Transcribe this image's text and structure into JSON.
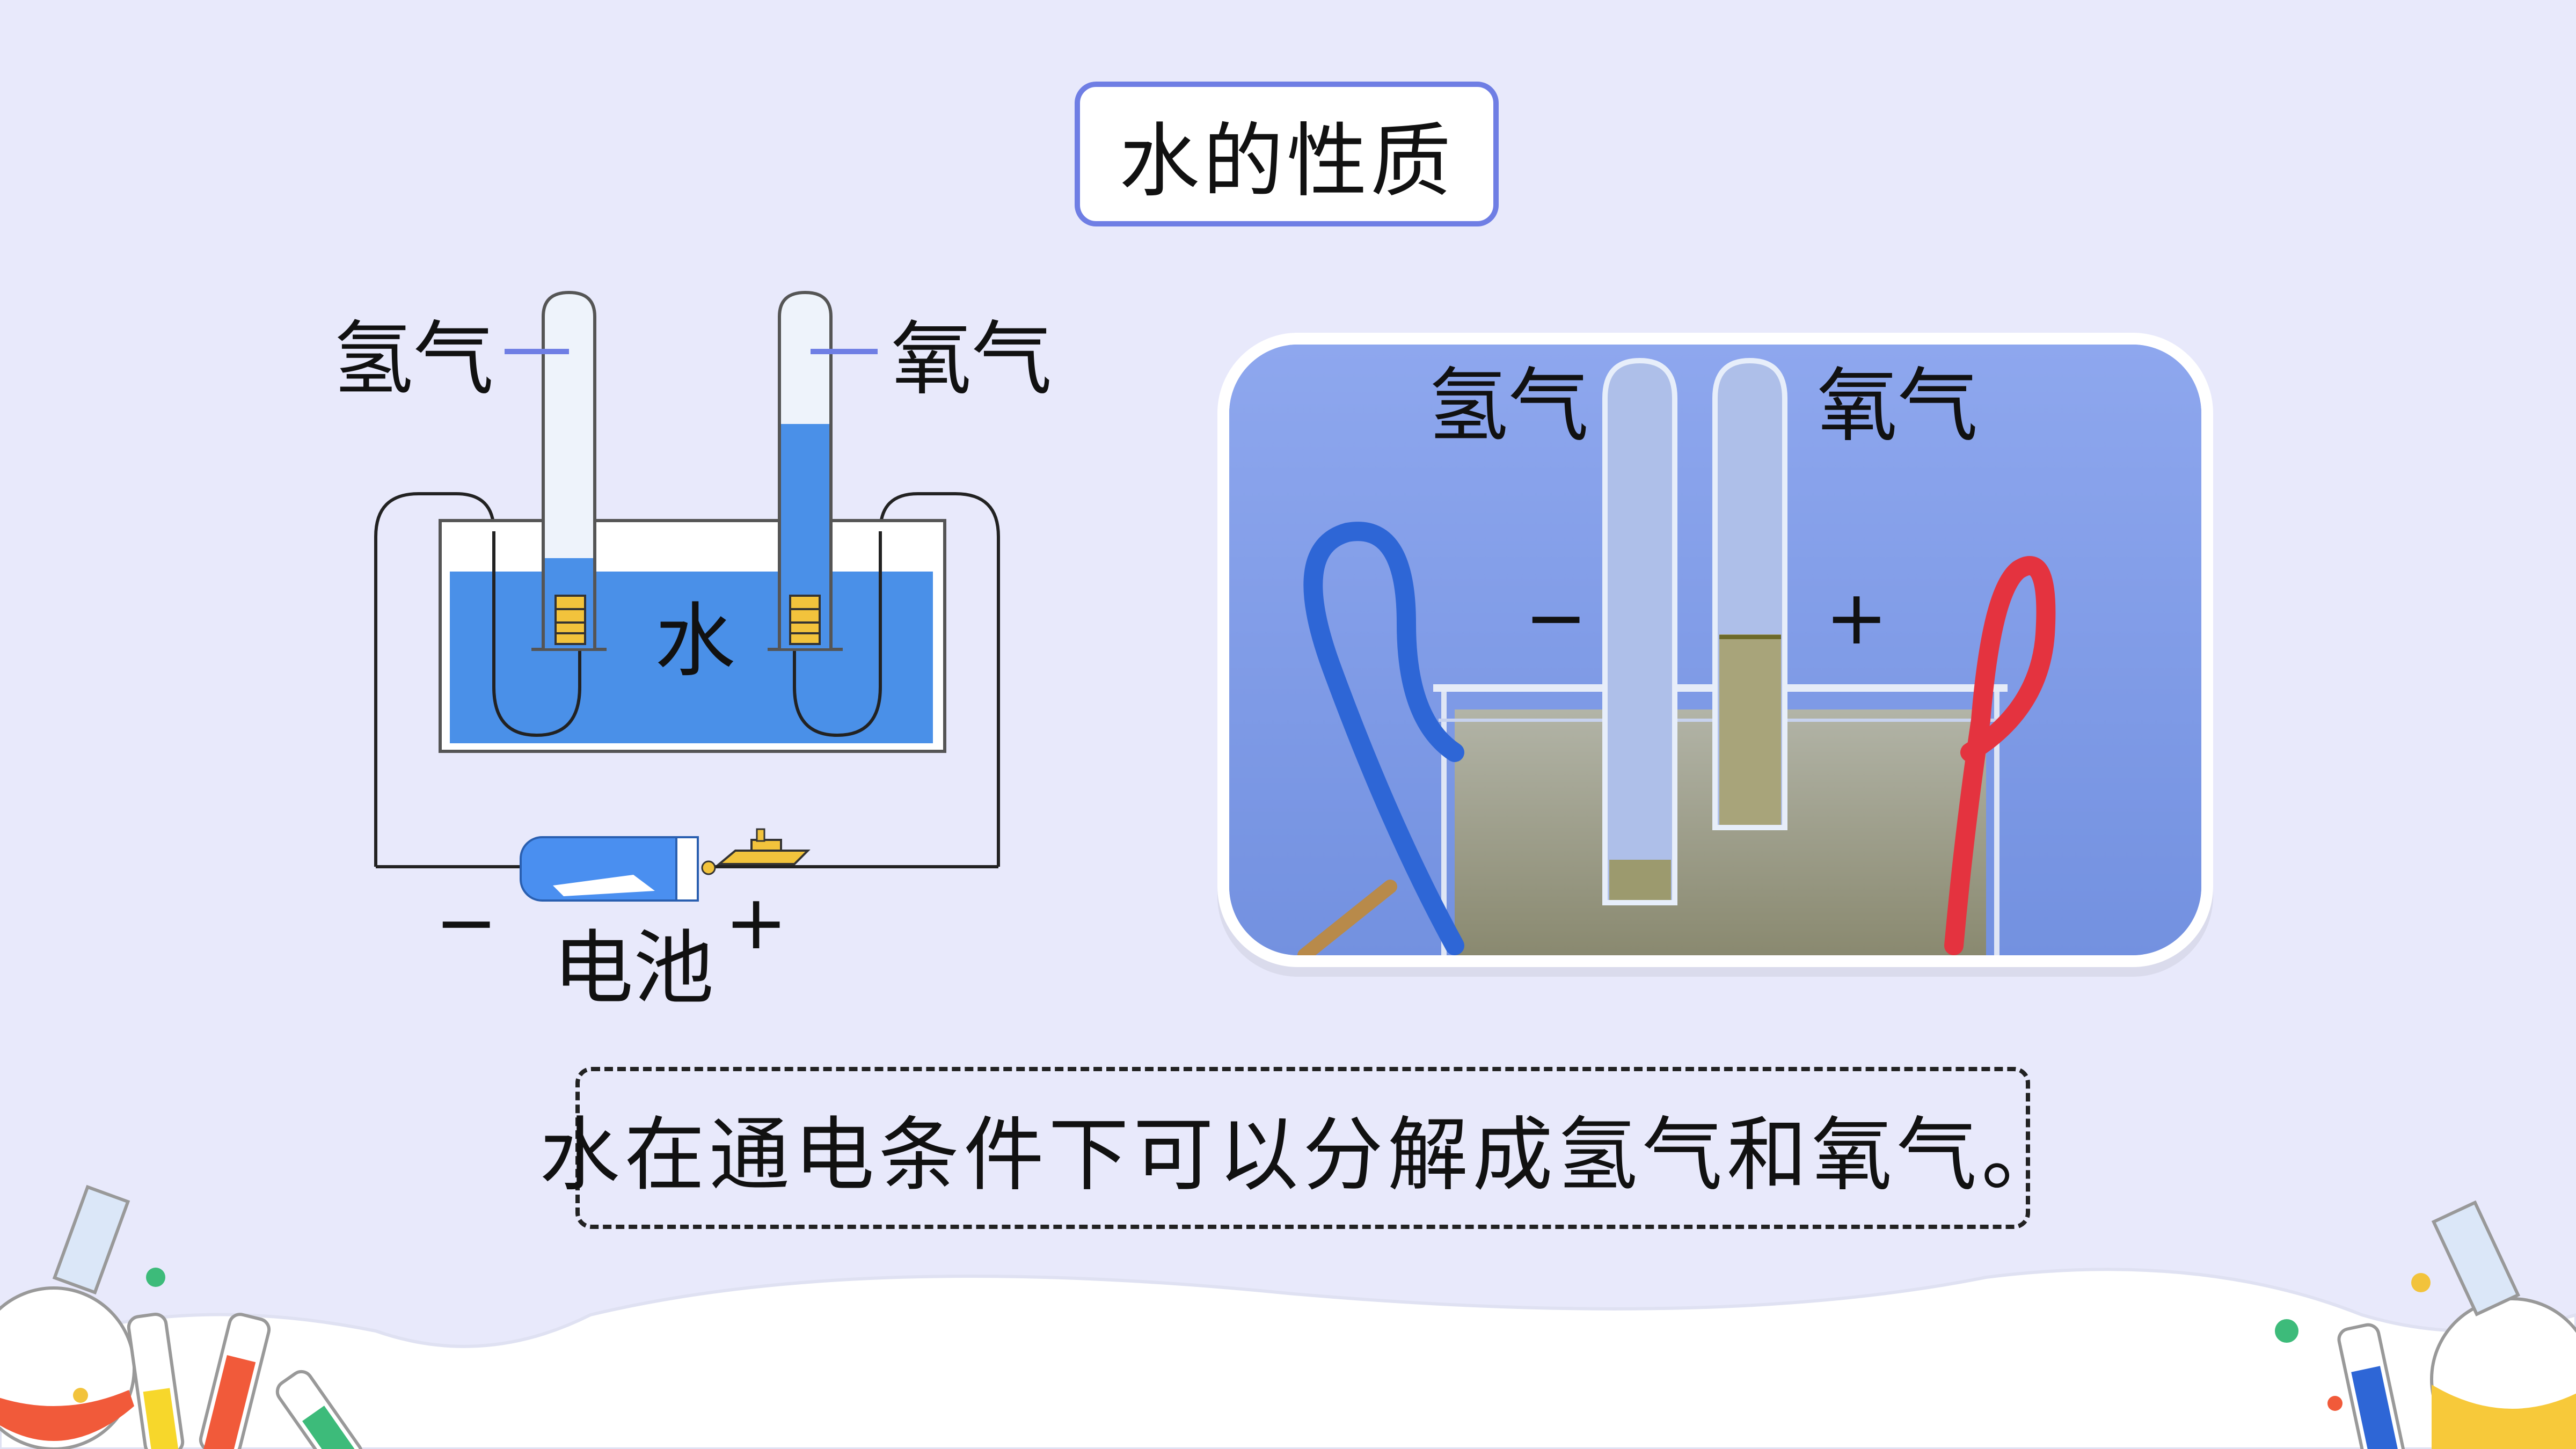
{
  "title": "水的性质",
  "diagram": {
    "hydrogen_label": "氢气",
    "oxygen_label": "氧气",
    "water_label": "水",
    "battery_label": "电池",
    "minus_sign": "−",
    "plus_sign": "+"
  },
  "photo": {
    "hydrogen_label": "氢气",
    "oxygen_label": "氧气",
    "minus_sign": "−",
    "plus_sign": "+"
  },
  "conclusion": "水在通电条件下可以分解成氢气和氧气。",
  "colors": {
    "background": "#e8e9fb",
    "title_border": "#6f7ee4",
    "water_blue": "#4a90e8",
    "tube_fill": "#eef3fb",
    "electrode_yellow": "#f2c33c",
    "battery_blue": "#4a8ff0",
    "wire_red": "#e4333f",
    "wire_blue": "#2e66d6"
  },
  "icons": [
    "test-tube-icon",
    "flask-icon",
    "battery-icon",
    "switch-icon"
  ]
}
